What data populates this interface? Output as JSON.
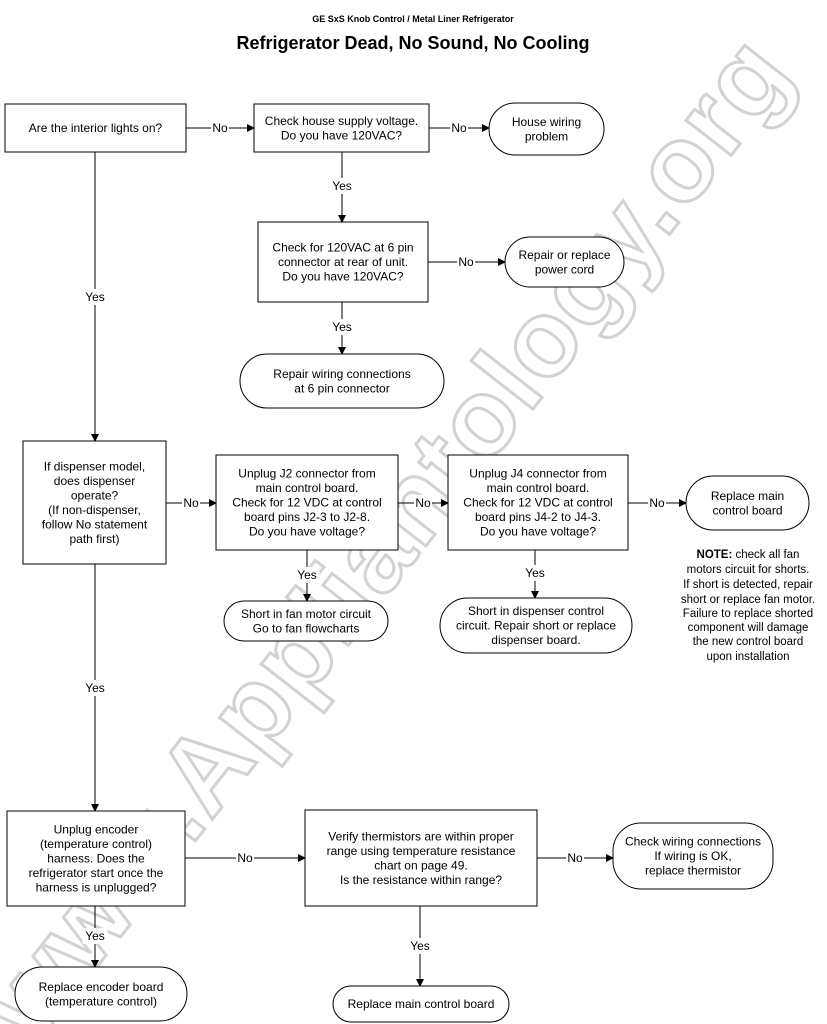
{
  "header": {
    "subtitle": "GE SxS Knob Control / Metal Liner Refrigerator",
    "title": "Refrigerator Dead, No Sound, No Cooling"
  },
  "watermark": "www.Appliantology.org",
  "nodes": {
    "interior_lights": {
      "lines": [
        "Are the interior lights on?"
      ]
    },
    "house_supply": {
      "lines": [
        "Check house supply voltage.",
        "Do you have 120VAC?"
      ]
    },
    "house_wiring": {
      "lines": [
        "House wiring",
        "problem"
      ]
    },
    "six_pin_check": {
      "lines": [
        "Check for 120VAC at 6 pin",
        "connector at rear of unit.",
        "Do you have 120VAC?"
      ]
    },
    "power_cord": {
      "lines": [
        "Repair or replace",
        "power cord"
      ]
    },
    "repair_6pin": {
      "lines": [
        "Repair wiring connections",
        "at 6 pin connector"
      ]
    },
    "dispenser": {
      "lines": [
        "If dispenser model,",
        "does dispenser",
        "operate?",
        "(If non-dispenser,",
        "follow No statement",
        "path first)"
      ]
    },
    "j2_check": {
      "lines": [
        "Unplug J2 connector from",
        "main control board.",
        "Check for 12 VDC at control",
        "board pins J2-3 to J2-8.",
        "Do you have voltage?"
      ]
    },
    "j4_check": {
      "lines": [
        "Unplug J4 connector from",
        "main control board.",
        "Check for 12 VDC at control",
        "board pins J4-2 to J4-3.",
        "Do you have voltage?"
      ]
    },
    "replace_main_1": {
      "lines": [
        "Replace main",
        "control board"
      ]
    },
    "fan_short": {
      "lines": [
        "Short in fan motor circuit",
        "Go to fan flowcharts"
      ]
    },
    "dispenser_short": {
      "lines": [
        "Short in dispenser control",
        "circuit.  Repair short or replace",
        "dispenser board."
      ]
    },
    "encoder": {
      "lines": [
        "Unplug encoder",
        "(temperature control)",
        "harness.  Does the",
        "refrigerator start once the",
        "harness is unplugged?"
      ]
    },
    "thermistors": {
      "lines": [
        "Verify thermistors are within proper",
        "range using temperature resistance",
        "chart on page 49.",
        "Is the resistance within range?"
      ]
    },
    "wiring_connections": {
      "lines": [
        "Check wiring connections",
        "If wiring is OK,",
        "replace thermistor"
      ]
    },
    "replace_encoder": {
      "lines": [
        "Replace encoder board",
        "(temperature control)"
      ]
    },
    "replace_main_2": {
      "lines": [
        "Replace main control board"
      ]
    }
  },
  "note": {
    "heading": "NOTE:",
    "lines": [
      "check all fan",
      "motors circuit for shorts.",
      "If short is detected, repair",
      "short or replace fan motor.",
      "Failure to replace shorted",
      "component will damage",
      "the new control board",
      "upon installation"
    ]
  },
  "edges": [
    {
      "from": "interior_lights",
      "to": "house_supply",
      "label": "No"
    },
    {
      "from": "house_supply",
      "to": "house_wiring",
      "label": "No"
    },
    {
      "from": "house_supply",
      "to": "six_pin_check",
      "label": "Yes"
    },
    {
      "from": "six_pin_check",
      "to": "power_cord",
      "label": "No"
    },
    {
      "from": "six_pin_check",
      "to": "repair_6pin",
      "label": "Yes"
    },
    {
      "from": "interior_lights",
      "to": "dispenser",
      "label": "Yes"
    },
    {
      "from": "dispenser",
      "to": "j2_check",
      "label": "No"
    },
    {
      "from": "j2_check",
      "to": "j4_check",
      "label": "No"
    },
    {
      "from": "j4_check",
      "to": "replace_main_1",
      "label": "No"
    },
    {
      "from": "j2_check",
      "to": "fan_short",
      "label": "Yes"
    },
    {
      "from": "j4_check",
      "to": "dispenser_short",
      "label": "Yes"
    },
    {
      "from": "dispenser",
      "to": "encoder",
      "label": "Yes"
    },
    {
      "from": "encoder",
      "to": "thermistors",
      "label": "No"
    },
    {
      "from": "thermistors",
      "to": "wiring_connections",
      "label": "No"
    },
    {
      "from": "encoder",
      "to": "replace_encoder",
      "label": "Yes"
    },
    {
      "from": "thermistors",
      "to": "replace_main_2",
      "label": "Yes"
    }
  ]
}
